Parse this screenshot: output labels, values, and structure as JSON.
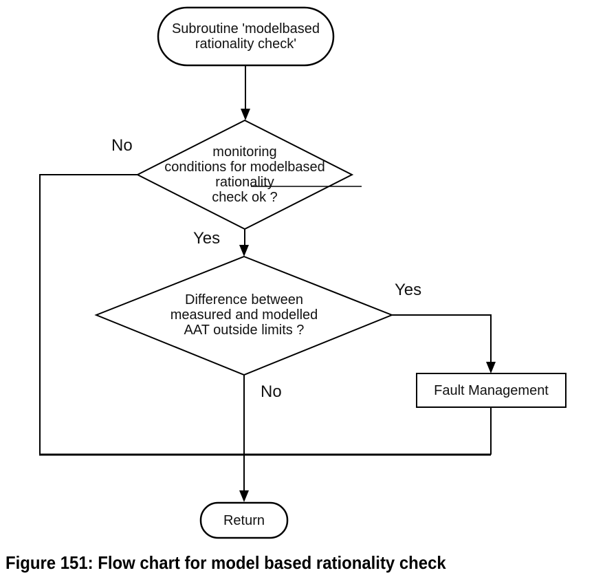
{
  "colors": {
    "background": "#ffffff",
    "line": "#000000",
    "text": "#111111"
  },
  "flowchart": {
    "start": {
      "lines": [
        "Subroutine 'modelbased",
        "rationality check'"
      ]
    },
    "decision_monitoring": {
      "lines": [
        "monitoring",
        "conditions for modelbased",
        "rationality",
        "check ok ?"
      ]
    },
    "decision_difference": {
      "lines": [
        "Difference between",
        "measured and modelled",
        "AAT outside limits ?"
      ]
    },
    "process_fault": {
      "label": "Fault Management"
    },
    "end": {
      "label": "Return"
    },
    "edge_labels": {
      "no_monitoring": "No",
      "yes_monitoring": "Yes",
      "yes_difference": "Yes",
      "no_difference": "No"
    }
  },
  "caption": "Figure 151: Flow chart for model based rationality check"
}
